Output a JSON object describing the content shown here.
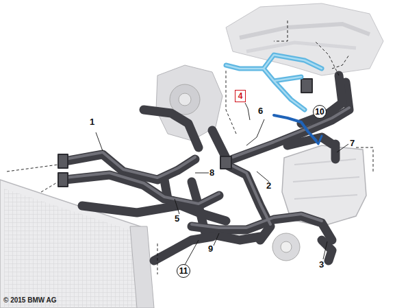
{
  "diagram": {
    "nodes": [
      {
        "text": [
          "4"
        ]
      },
      {
        "text": [
          "10"
        ]
      },
      {
        "text": [
          "11"
        ]
      }
    ],
    "labels": [
      "6",
      "1",
      "7",
      "8",
      "2",
      "5",
      "9",
      "3",
      "© 2015 BMW AG"
    ]
  }
}
